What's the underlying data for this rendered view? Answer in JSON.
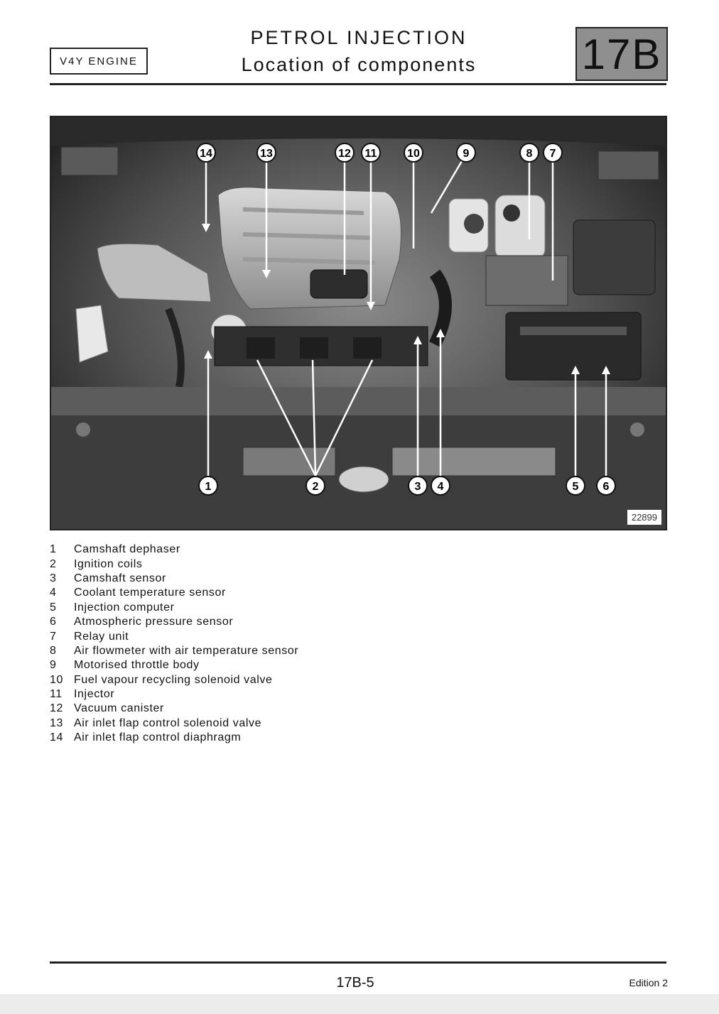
{
  "header": {
    "engine_label": "V4Y ENGINE",
    "title_line1": "PETROL INJECTION",
    "title_line2": "Location of components",
    "section_code": "17B"
  },
  "figure": {
    "number": "22899",
    "callout_numbers": [
      "14",
      "13",
      "12",
      "11",
      "10",
      "9",
      "8",
      "7",
      "1",
      "2",
      "3",
      "4",
      "5",
      "6"
    ]
  },
  "legend": [
    {
      "num": "1",
      "label": "Camshaft dephaser"
    },
    {
      "num": "2",
      "label": "Ignition coils"
    },
    {
      "num": "3",
      "label": "Camshaft sensor"
    },
    {
      "num": "4",
      "label": "Coolant temperature sensor"
    },
    {
      "num": "5",
      "label": "Injection computer"
    },
    {
      "num": "6",
      "label": "Atmospheric pressure sensor"
    },
    {
      "num": "7",
      "label": "Relay unit"
    },
    {
      "num": "8",
      "label": "Air flowmeter with air temperature sensor"
    },
    {
      "num": "9",
      "label": "Motorised throttle body"
    },
    {
      "num": "10",
      "label": "Fuel vapour recycling solenoid valve"
    },
    {
      "num": "11",
      "label": "Injector"
    },
    {
      "num": "12",
      "label": "Vacuum canister"
    },
    {
      "num": "13",
      "label": "Air inlet flap control solenoid valve"
    },
    {
      "num": "14",
      "label": "Air inlet flap control diaphragm"
    }
  ],
  "footer": {
    "page_number": "17B-5",
    "edition": "Edition 2"
  }
}
